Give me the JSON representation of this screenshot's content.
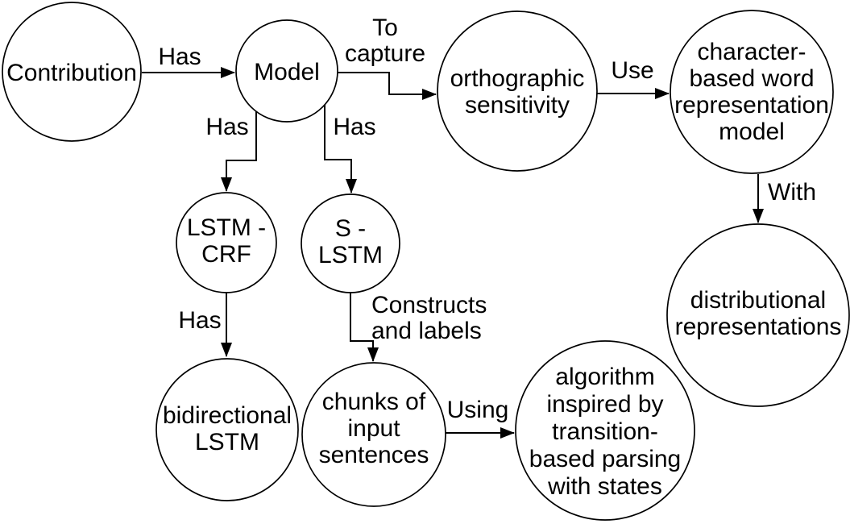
{
  "diagram": {
    "type": "concept-graph",
    "background_color": "#ffffff",
    "node_fill_color": "#ffffff",
    "stroke_color": "#000000",
    "text_color": "#000000",
    "nodes": [
      {
        "id": "contribution",
        "lines": [
          "Contribution"
        ]
      },
      {
        "id": "model",
        "lines": [
          "Model"
        ]
      },
      {
        "id": "orthographic-sensitivity",
        "lines": [
          "orthographic",
          "sensitivity"
        ]
      },
      {
        "id": "character-based-word-representation-model",
        "lines": [
          "character-",
          "based word",
          "representation",
          "model"
        ]
      },
      {
        "id": "lstm-crf",
        "lines": [
          "LSTM -",
          "CRF"
        ]
      },
      {
        "id": "s-lstm",
        "lines": [
          "S -",
          "LSTM"
        ]
      },
      {
        "id": "distributional-representations",
        "lines": [
          "distributional",
          "representations"
        ]
      },
      {
        "id": "bidirectional-lstm",
        "lines": [
          "bidirectional",
          "LSTM"
        ]
      },
      {
        "id": "chunks-of-input-sentences",
        "lines": [
          "chunks of",
          "input",
          "sentences"
        ]
      },
      {
        "id": "algorithm-transition-based-parsing",
        "lines": [
          "algorithm",
          "inspired by",
          "transition-",
          "based parsing",
          "with states"
        ]
      }
    ],
    "edges": [
      {
        "from": "contribution",
        "to": "model",
        "label_lines": [
          "Has"
        ]
      },
      {
        "from": "model",
        "to": "orthographic-sensitivity",
        "label_lines": [
          "To",
          "capture"
        ]
      },
      {
        "from": "orthographic-sensitivity",
        "to": "character-based-word-representation-model",
        "label_lines": [
          "Use"
        ]
      },
      {
        "from": "character-based-word-representation-model",
        "to": "distributional-representations",
        "label_lines": [
          "With"
        ]
      },
      {
        "from": "model",
        "to": "lstm-crf",
        "label_lines": [
          "Has"
        ]
      },
      {
        "from": "model",
        "to": "s-lstm",
        "label_lines": [
          "Has"
        ]
      },
      {
        "from": "lstm-crf",
        "to": "bidirectional-lstm",
        "label_lines": [
          "Has"
        ]
      },
      {
        "from": "s-lstm",
        "to": "chunks-of-input-sentences",
        "label_lines": [
          "Constructs",
          "and labels"
        ]
      },
      {
        "from": "chunks-of-input-sentences",
        "to": "algorithm-transition-based-parsing",
        "label_lines": [
          "Using"
        ]
      }
    ]
  }
}
